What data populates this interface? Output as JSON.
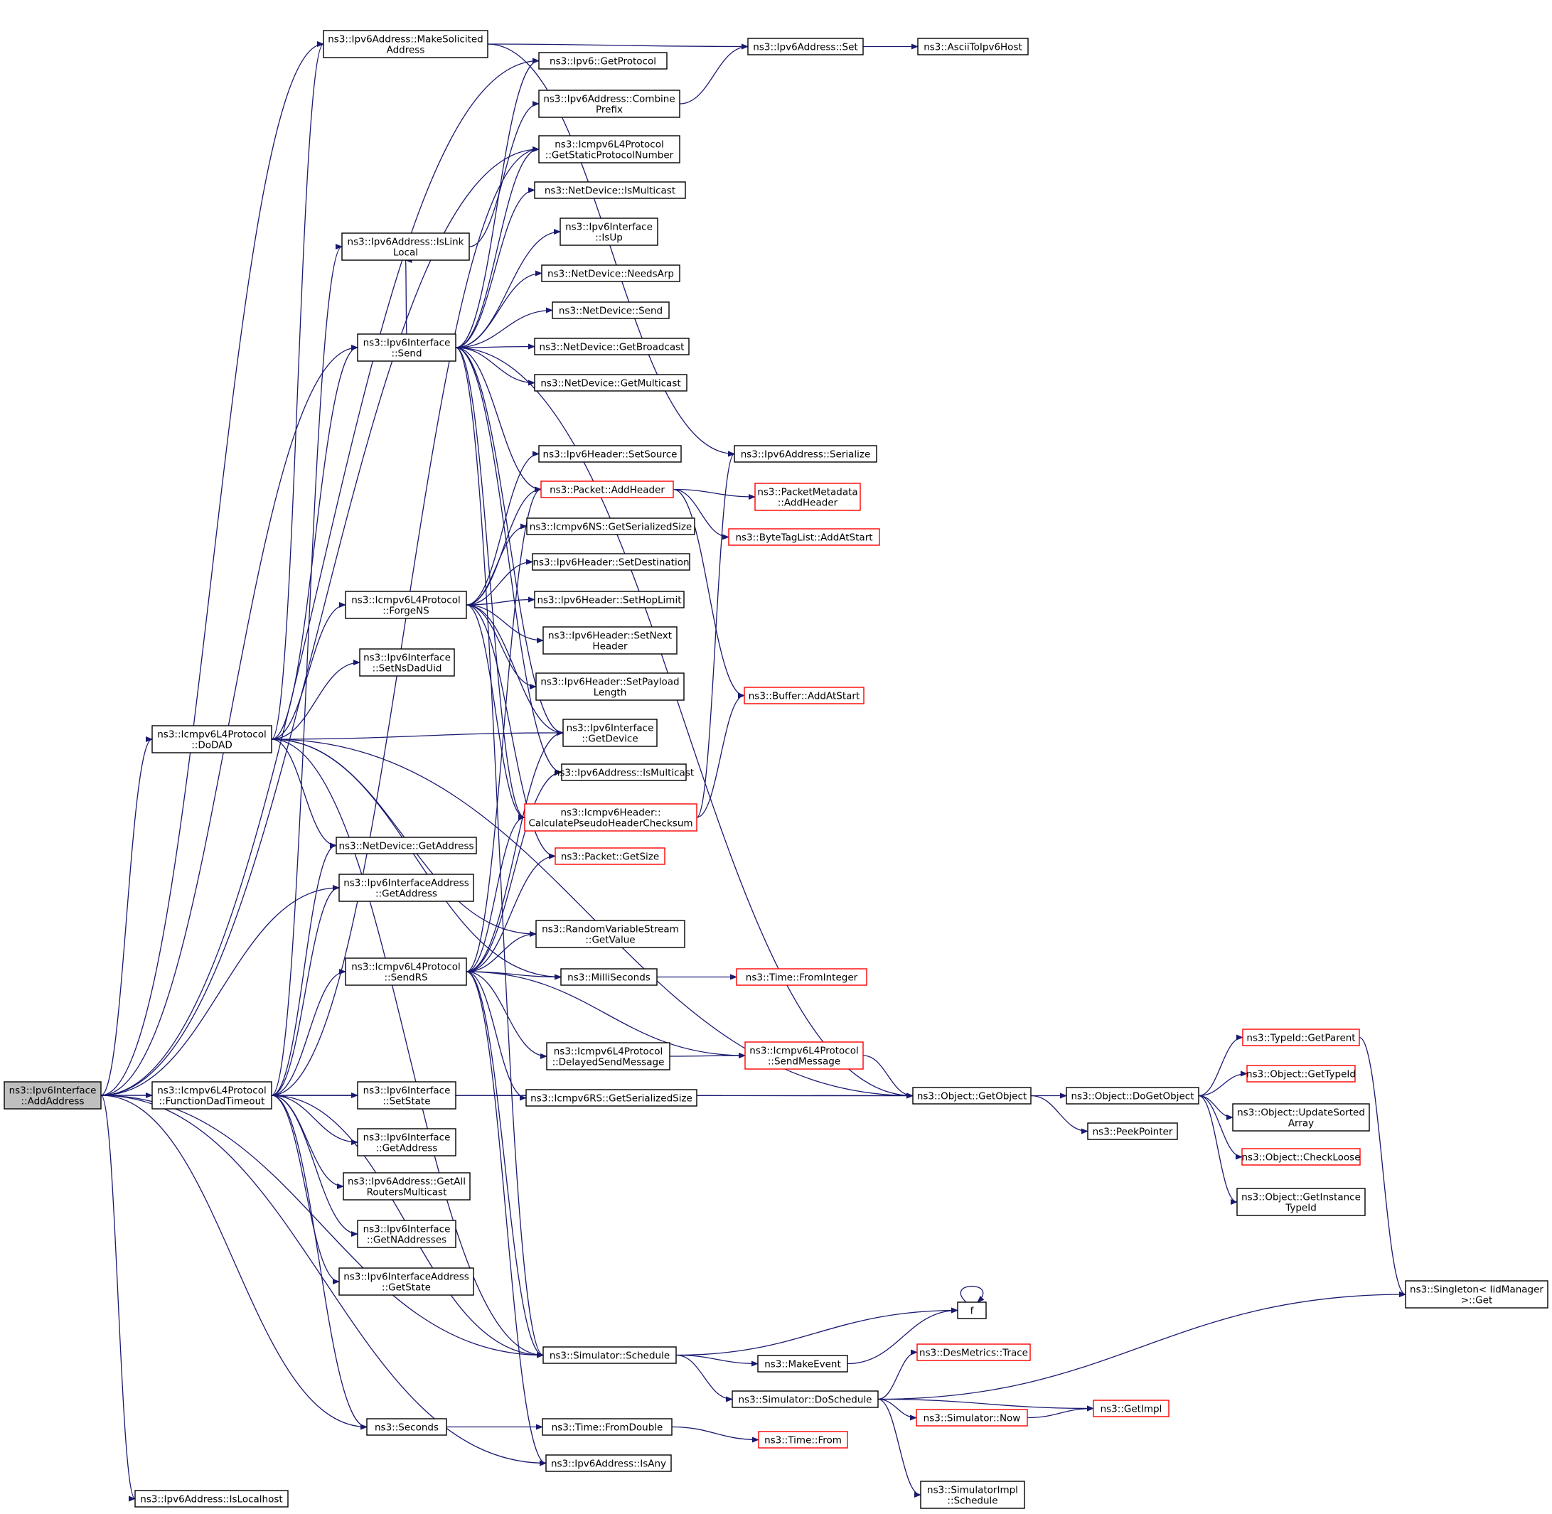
{
  "nodes": [
    {
      "id": "n0",
      "lines": [
        "ns3::Ipv6Interface",
        "::AddAddress"
      ],
      "root": true
    },
    {
      "id": "n1",
      "lines": [
        "ns3::Ipv6Address::MakeSolicited",
        "Address"
      ]
    },
    {
      "id": "n2",
      "lines": [
        "ns3::Ipv6Address::Set"
      ]
    },
    {
      "id": "n3",
      "lines": [
        "ns3::AsciiToIpv6Host"
      ]
    },
    {
      "id": "n4",
      "lines": [
        "ns3::Ipv6::GetProtocol"
      ]
    },
    {
      "id": "n5",
      "lines": [
        "ns3::Ipv6Address::Combine",
        "Prefix"
      ]
    },
    {
      "id": "n6",
      "lines": [
        "ns3::Icmpv6L4Protocol",
        "::GetStaticProtocolNumber"
      ]
    },
    {
      "id": "n7",
      "lines": [
        "ns3::NetDevice::IsMulticast"
      ]
    },
    {
      "id": "n8",
      "lines": [
        "ns3::Ipv6Interface",
        "::IsUp"
      ]
    },
    {
      "id": "n9",
      "lines": [
        "ns3::Ipv6Address::IsLink",
        "Local"
      ]
    },
    {
      "id": "n10",
      "lines": [
        "ns3::NetDevice::NeedsArp"
      ]
    },
    {
      "id": "n11",
      "lines": [
        "ns3::NetDevice::Send"
      ]
    },
    {
      "id": "n12",
      "lines": [
        "ns3::Ipv6Interface",
        "::Send"
      ]
    },
    {
      "id": "n13",
      "lines": [
        "ns3::NetDevice::GetBroadcast"
      ]
    },
    {
      "id": "n14",
      "lines": [
        "ns3::NetDevice::GetMulticast"
      ]
    },
    {
      "id": "n15",
      "lines": [
        "ns3::Ipv6Header::SetSource"
      ]
    },
    {
      "id": "n16",
      "lines": [
        "ns3::Ipv6Address::Serialize"
      ]
    },
    {
      "id": "n17",
      "lines": [
        "ns3::Packet::AddHeader"
      ],
      "red": true
    },
    {
      "id": "n18",
      "lines": [
        "ns3::PacketMetadata",
        "::AddHeader"
      ],
      "red": true
    },
    {
      "id": "n19",
      "lines": [
        "ns3::ByteTagList::AddAtStart"
      ],
      "red": true
    },
    {
      "id": "n20",
      "lines": [
        "ns3::Icmpv6NS::GetSerializedSize"
      ]
    },
    {
      "id": "n21",
      "lines": [
        "ns3::Ipv6Header::SetDestination"
      ]
    },
    {
      "id": "n22",
      "lines": [
        "ns3::Icmpv6L4Protocol",
        "::ForgeNS"
      ]
    },
    {
      "id": "n23",
      "lines": [
        "ns3::Ipv6Header::SetHopLimit"
      ]
    },
    {
      "id": "n24",
      "lines": [
        "ns3::Ipv6Header::SetNext",
        "Header"
      ]
    },
    {
      "id": "n25",
      "lines": [
        "ns3::Ipv6Interface",
        "::SetNsDadUid"
      ]
    },
    {
      "id": "n26",
      "lines": [
        "ns3::Ipv6Header::SetPayload",
        "Length"
      ]
    },
    {
      "id": "n27",
      "lines": [
        "ns3::Buffer::AddAtStart"
      ],
      "red": true
    },
    {
      "id": "n28",
      "lines": [
        "ns3::Icmpv6L4Protocol",
        "::DoDAD"
      ]
    },
    {
      "id": "n29",
      "lines": [
        "ns3::Ipv6Interface",
        "::GetDevice"
      ]
    },
    {
      "id": "n30",
      "lines": [
        "ns3::Ipv6Address::IsMulticast"
      ]
    },
    {
      "id": "n31",
      "lines": [
        "ns3::Icmpv6Header::",
        "CalculatePseudoHeaderChecksum"
      ],
      "red": true
    },
    {
      "id": "n32",
      "lines": [
        "ns3::NetDevice::GetAddress"
      ]
    },
    {
      "id": "n33",
      "lines": [
        "ns3::Packet::GetSize"
      ],
      "red": true
    },
    {
      "id": "n34",
      "lines": [
        "ns3::Ipv6InterfaceAddress",
        "::GetAddress"
      ]
    },
    {
      "id": "n35",
      "lines": [
        "ns3::RandomVariableStream",
        "::GetValue"
      ]
    },
    {
      "id": "n36",
      "lines": [
        "ns3::Icmpv6L4Protocol",
        "::SendRS"
      ]
    },
    {
      "id": "n37",
      "lines": [
        "ns3::MilliSeconds"
      ]
    },
    {
      "id": "n38",
      "lines": [
        "ns3::Time::FromInteger"
      ],
      "red": true
    },
    {
      "id": "n39",
      "lines": [
        "ns3::TypeId::GetParent"
      ],
      "red": true
    },
    {
      "id": "n40",
      "lines": [
        "ns3::Icmpv6L4Protocol",
        "::DelayedSendMessage"
      ]
    },
    {
      "id": "n41",
      "lines": [
        "ns3::Icmpv6L4Protocol",
        "::SendMessage"
      ],
      "red": true
    },
    {
      "id": "n42",
      "lines": [
        "ns3::Object::GetTypeId"
      ],
      "red": true
    },
    {
      "id": "n43",
      "lines": [
        "ns3::Icmpv6L4Protocol",
        "::FunctionDadTimeout"
      ]
    },
    {
      "id": "n44",
      "lines": [
        "ns3::Ipv6Interface",
        "::SetState"
      ]
    },
    {
      "id": "n45",
      "lines": [
        "ns3::Icmpv6RS::GetSerializedSize"
      ]
    },
    {
      "id": "n46",
      "lines": [
        "ns3::Object::GetObject"
      ]
    },
    {
      "id": "n47",
      "lines": [
        "ns3::Object::DoGetObject"
      ]
    },
    {
      "id": "n48",
      "lines": [
        "ns3::Object::UpdateSorted",
        "Array"
      ]
    },
    {
      "id": "n49",
      "lines": [
        "ns3::PeekPointer"
      ]
    },
    {
      "id": "n50",
      "lines": [
        "ns3::Ipv6Interface",
        "::GetAddress"
      ]
    },
    {
      "id": "n51",
      "lines": [
        "ns3::Object::CheckLoose"
      ],
      "red": true
    },
    {
      "id": "n52",
      "lines": [
        "ns3::Ipv6Address::GetAll",
        "RoutersMulticast"
      ]
    },
    {
      "id": "n53",
      "lines": [
        "ns3::Object::GetInstance",
        "TypeId"
      ]
    },
    {
      "id": "n54",
      "lines": [
        "ns3::Ipv6Interface",
        "::GetNAddresses"
      ]
    },
    {
      "id": "n55",
      "lines": [
        "ns3::Ipv6InterfaceAddress",
        "::GetState"
      ]
    },
    {
      "id": "n56",
      "lines": [
        "ns3::Singleton< IidManager",
        ">::Get"
      ]
    },
    {
      "id": "n57",
      "lines": [
        "f"
      ]
    },
    {
      "id": "n58",
      "lines": [
        "ns3::DesMetrics::Trace"
      ],
      "red": true
    },
    {
      "id": "n59",
      "lines": [
        "ns3::Simulator::Schedule"
      ]
    },
    {
      "id": "n60",
      "lines": [
        "ns3::MakeEvent"
      ]
    },
    {
      "id": "n61",
      "lines": [
        "ns3::Simulator::DoSchedule"
      ]
    },
    {
      "id": "n62",
      "lines": [
        "ns3::GetImpl"
      ],
      "red": true
    },
    {
      "id": "n63",
      "lines": [
        "ns3::Simulator::Now"
      ],
      "red": true
    },
    {
      "id": "n64",
      "lines": [
        "ns3::Seconds"
      ]
    },
    {
      "id": "n65",
      "lines": [
        "ns3::Time::FromDouble"
      ]
    },
    {
      "id": "n66",
      "lines": [
        "ns3::Time::From"
      ],
      "red": true
    },
    {
      "id": "n67",
      "lines": [
        "ns3::Ipv6Address::IsAny"
      ]
    },
    {
      "id": "n68",
      "lines": [
        "ns3::SimulatorImpl",
        "::Schedule"
      ]
    },
    {
      "id": "n69",
      "lines": [
        "ns3::Ipv6Address::IsLocalhost"
      ]
    }
  ],
  "edges": [
    [
      "n0",
      "n1"
    ],
    [
      "n0",
      "n4"
    ],
    [
      "n0",
      "n6"
    ],
    [
      "n0",
      "n12"
    ],
    [
      "n0",
      "n28"
    ],
    [
      "n0",
      "n43"
    ],
    [
      "n0",
      "n34"
    ],
    [
      "n0",
      "n46"
    ],
    [
      "n0",
      "n59"
    ],
    [
      "n0",
      "n64"
    ],
    [
      "n0",
      "n67"
    ],
    [
      "n0",
      "n69"
    ],
    [
      "n1",
      "n2"
    ],
    [
      "n1",
      "n16"
    ],
    [
      "n2",
      "n3"
    ],
    [
      "n5",
      "n2"
    ],
    [
      "n9",
      "n5"
    ],
    [
      "n12",
      "n4"
    ],
    [
      "n12",
      "n6"
    ],
    [
      "n12",
      "n7"
    ],
    [
      "n12",
      "n8"
    ],
    [
      "n12",
      "n10"
    ],
    [
      "n12",
      "n11"
    ],
    [
      "n12",
      "n13"
    ],
    [
      "n12",
      "n14"
    ],
    [
      "n12",
      "n46"
    ],
    [
      "n12",
      "n17"
    ],
    [
      "n12",
      "n29"
    ],
    [
      "n12",
      "n30"
    ],
    [
      "n12",
      "n31"
    ],
    [
      "n12",
      "n59"
    ],
    [
      "n12",
      "n9"
    ],
    [
      "n17",
      "n18"
    ],
    [
      "n17",
      "n19"
    ],
    [
      "n17",
      "n27"
    ],
    [
      "n31",
      "n16"
    ],
    [
      "n31",
      "n27"
    ],
    [
      "n22",
      "n15"
    ],
    [
      "n22",
      "n17"
    ],
    [
      "n22",
      "n20"
    ],
    [
      "n22",
      "n21"
    ],
    [
      "n22",
      "n23"
    ],
    [
      "n22",
      "n24"
    ],
    [
      "n22",
      "n26"
    ],
    [
      "n22",
      "n29"
    ],
    [
      "n22",
      "n33"
    ],
    [
      "n22",
      "n31"
    ],
    [
      "n28",
      "n1"
    ],
    [
      "n28",
      "n12"
    ],
    [
      "n28",
      "n22"
    ],
    [
      "n28",
      "n25"
    ],
    [
      "n28",
      "n29"
    ],
    [
      "n28",
      "n32"
    ],
    [
      "n28",
      "n46"
    ],
    [
      "n28",
      "n35"
    ],
    [
      "n28",
      "n37"
    ],
    [
      "n28",
      "n59"
    ],
    [
      "n36",
      "n17"
    ],
    [
      "n36",
      "n29"
    ],
    [
      "n36",
      "n30"
    ],
    [
      "n36",
      "n31"
    ],
    [
      "n36",
      "n33"
    ],
    [
      "n36",
      "n35"
    ],
    [
      "n36",
      "n37"
    ],
    [
      "n36",
      "n40"
    ],
    [
      "n36",
      "n41"
    ],
    [
      "n36",
      "n45"
    ],
    [
      "n36",
      "n59"
    ],
    [
      "n36",
      "n67"
    ],
    [
      "n37",
      "n38"
    ],
    [
      "n40",
      "n41"
    ],
    [
      "n41",
      "n46"
    ],
    [
      "n43",
      "n9"
    ],
    [
      "n43",
      "n32"
    ],
    [
      "n43",
      "n34"
    ],
    [
      "n43",
      "n36"
    ],
    [
      "n43",
      "n44"
    ],
    [
      "n43",
      "n50"
    ],
    [
      "n43",
      "n52"
    ],
    [
      "n43",
      "n54"
    ],
    [
      "n43",
      "n55"
    ],
    [
      "n43",
      "n46"
    ],
    [
      "n43",
      "n59"
    ],
    [
      "n43",
      "n64"
    ],
    [
      "n43",
      "n6"
    ],
    [
      "n46",
      "n47"
    ],
    [
      "n46",
      "n49"
    ],
    [
      "n47",
      "n39"
    ],
    [
      "n47",
      "n42"
    ],
    [
      "n47",
      "n48"
    ],
    [
      "n47",
      "n51"
    ],
    [
      "n47",
      "n53"
    ],
    [
      "n39",
      "n56"
    ],
    [
      "n59",
      "n57"
    ],
    [
      "n59",
      "n60"
    ],
    [
      "n59",
      "n61"
    ],
    [
      "n60",
      "n57"
    ],
    [
      "n57",
      "n57"
    ],
    [
      "n61",
      "n58"
    ],
    [
      "n61",
      "n62"
    ],
    [
      "n61",
      "n63"
    ],
    [
      "n61",
      "n68"
    ],
    [
      "n61",
      "n56"
    ],
    [
      "n63",
      "n62"
    ],
    [
      "n64",
      "n65"
    ],
    [
      "n65",
      "n66"
    ]
  ]
}
